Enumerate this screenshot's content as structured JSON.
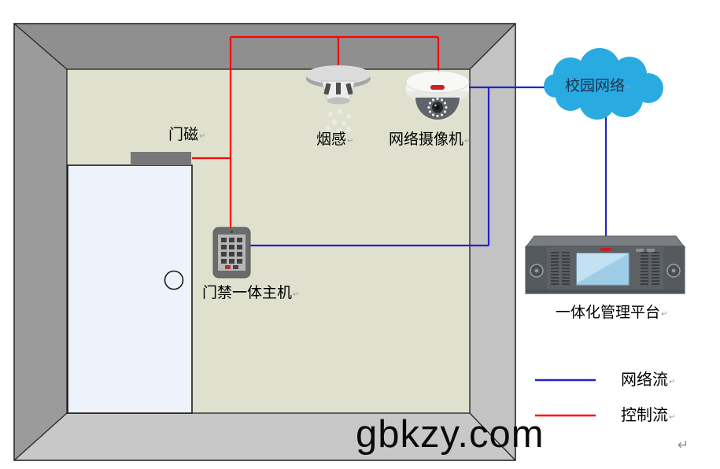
{
  "watermark": "gbkzy.com",
  "line_break_mark": "↵",
  "paragraph_mark": "↵",
  "room": {
    "door_sensor": {
      "label": "门磁"
    },
    "smoke_detector": {
      "label": "烟感"
    },
    "camera": {
      "label": "网络摄像机"
    },
    "access_host": {
      "label": "门禁一体主机"
    }
  },
  "cloud": {
    "label": "校园网络",
    "color": "#29abe2"
  },
  "platform": {
    "label": "一体化管理平台"
  },
  "legend": {
    "items": [
      {
        "label": "网络流",
        "type": "network-flow",
        "color": "#2323c8"
      },
      {
        "label": "控制流",
        "type": "control-flow",
        "color": "#ff0000"
      }
    ]
  },
  "colors": {
    "ceiling": "#8f8f8f",
    "left_wall": "#9b9b9b",
    "right_wall": "#c3c3c3",
    "floor": "#c8c8c8",
    "back_wall": "#dfe1ce",
    "door": "#eef2fb",
    "door_magnet": "#787878",
    "network_line": "#2323c8",
    "control_line": "#ff0000",
    "cloud": "#29abe2",
    "server_body": "#5d6166",
    "server_screen": "#a3d0ea"
  }
}
